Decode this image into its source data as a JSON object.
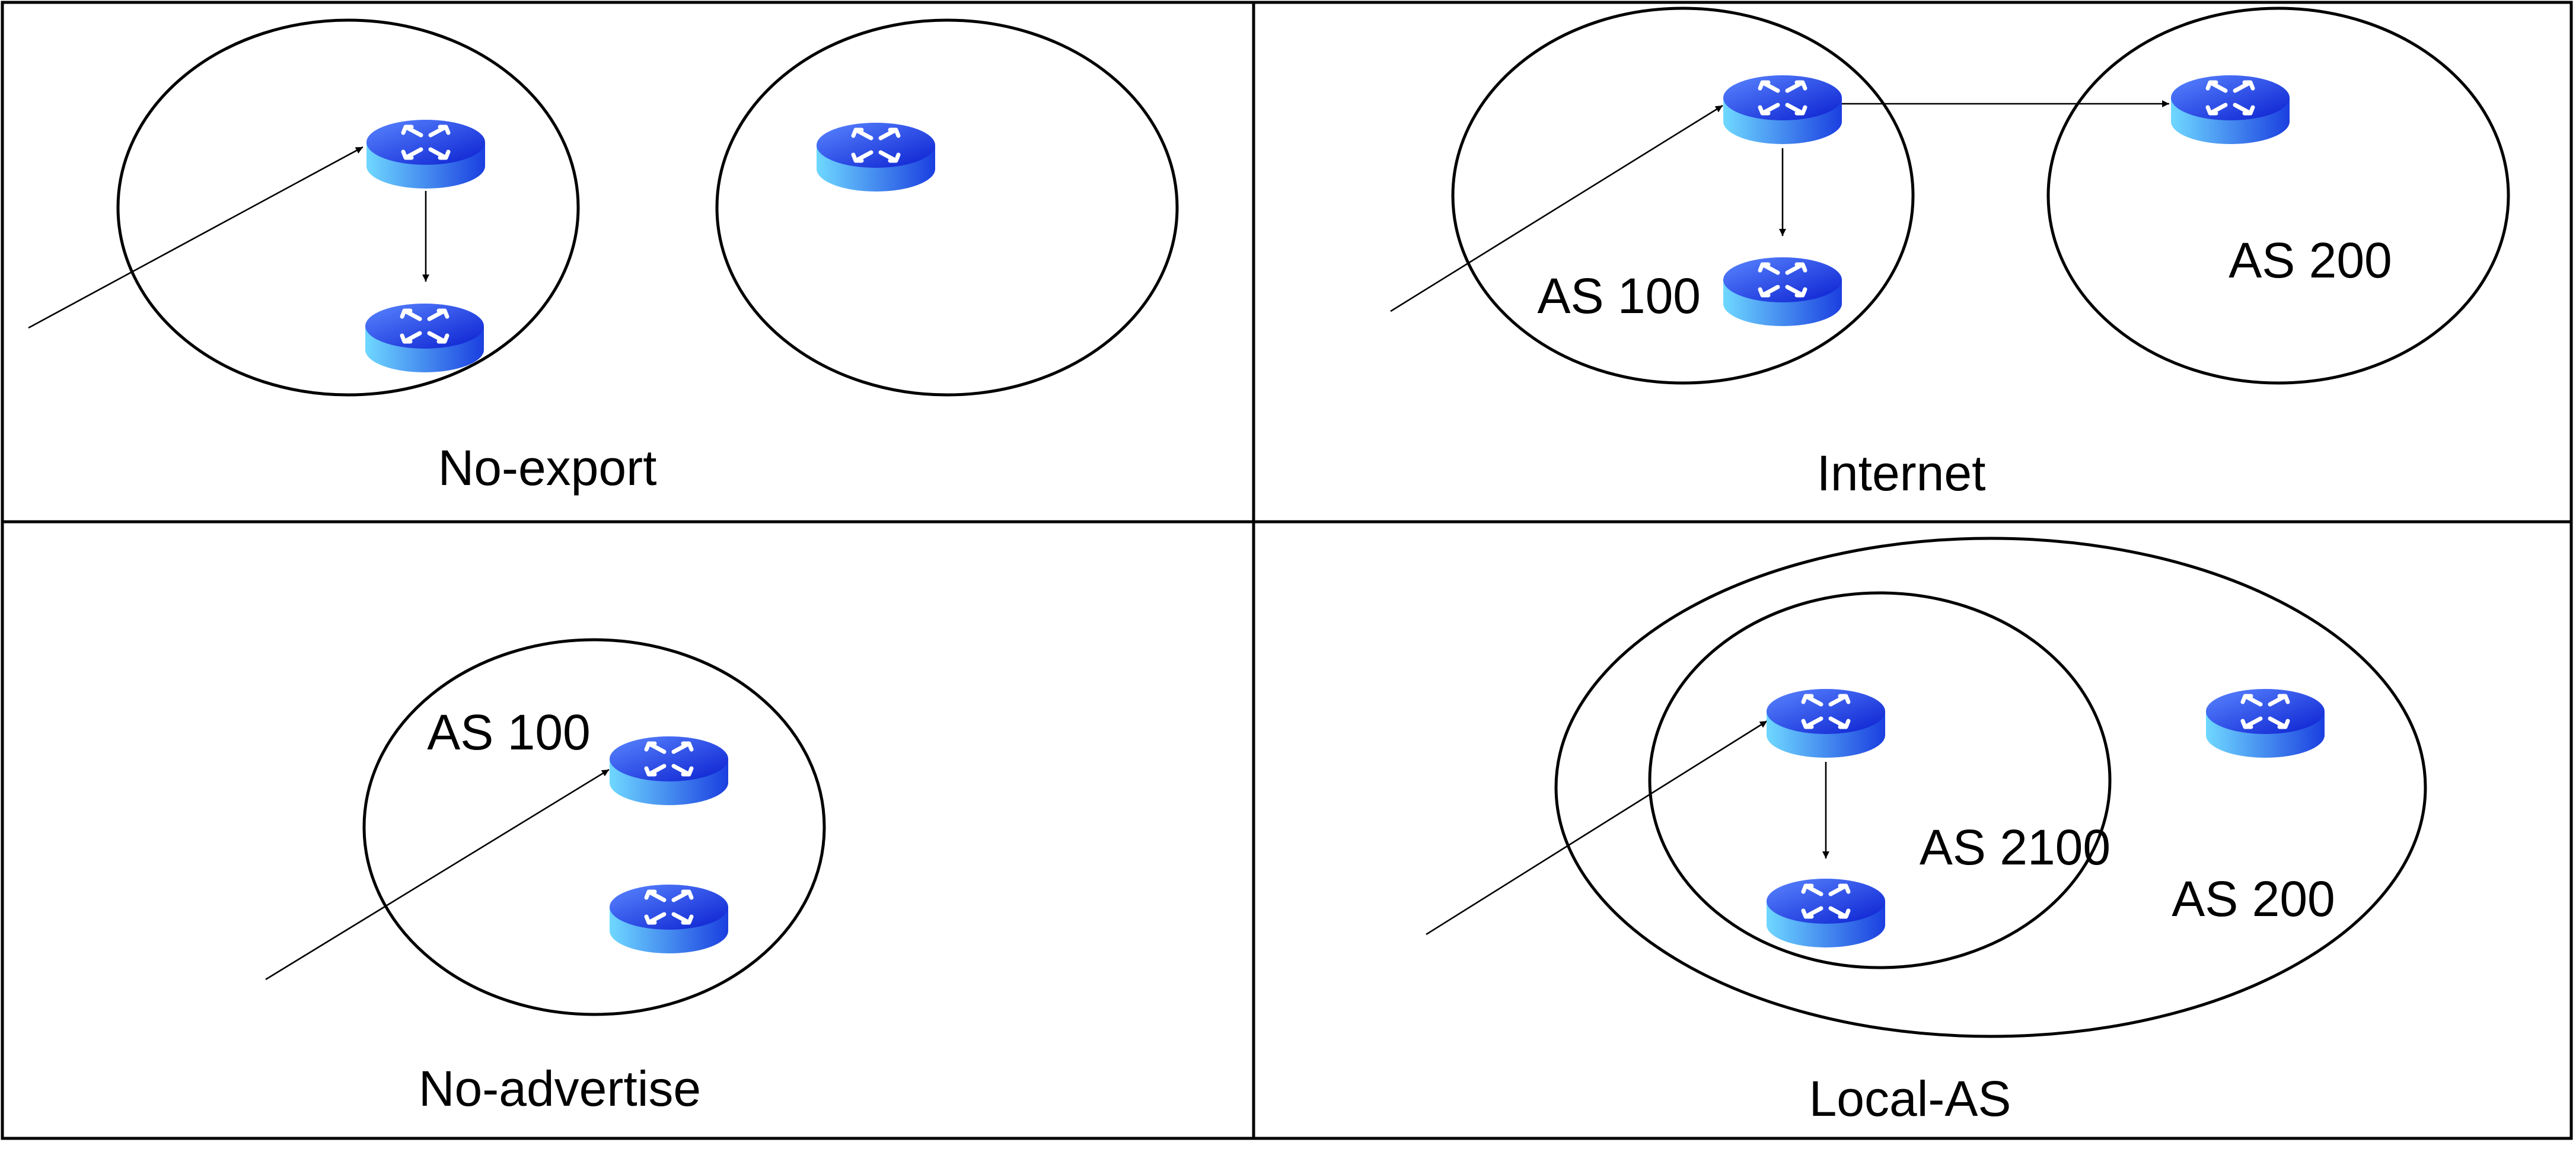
{
  "panels": {
    "no_export": {
      "caption": "No-export"
    },
    "internet": {
      "caption": "Internet",
      "as_left": "AS 100",
      "as_right": "AS 200"
    },
    "no_advertise": {
      "caption": "No-advertise",
      "as_label": "AS 100"
    },
    "local_as": {
      "caption": "Local-AS",
      "as_inner": "AS 2100",
      "as_outer": "AS 200"
    }
  },
  "icons": {
    "router": "router-icon"
  },
  "colors": {
    "router_top_light": "#5a86ff",
    "router_top_dark": "#0a1fd0",
    "router_side_light": "#6fd8ff",
    "router_side_dark": "#1b3fe0",
    "line": "#000000"
  }
}
